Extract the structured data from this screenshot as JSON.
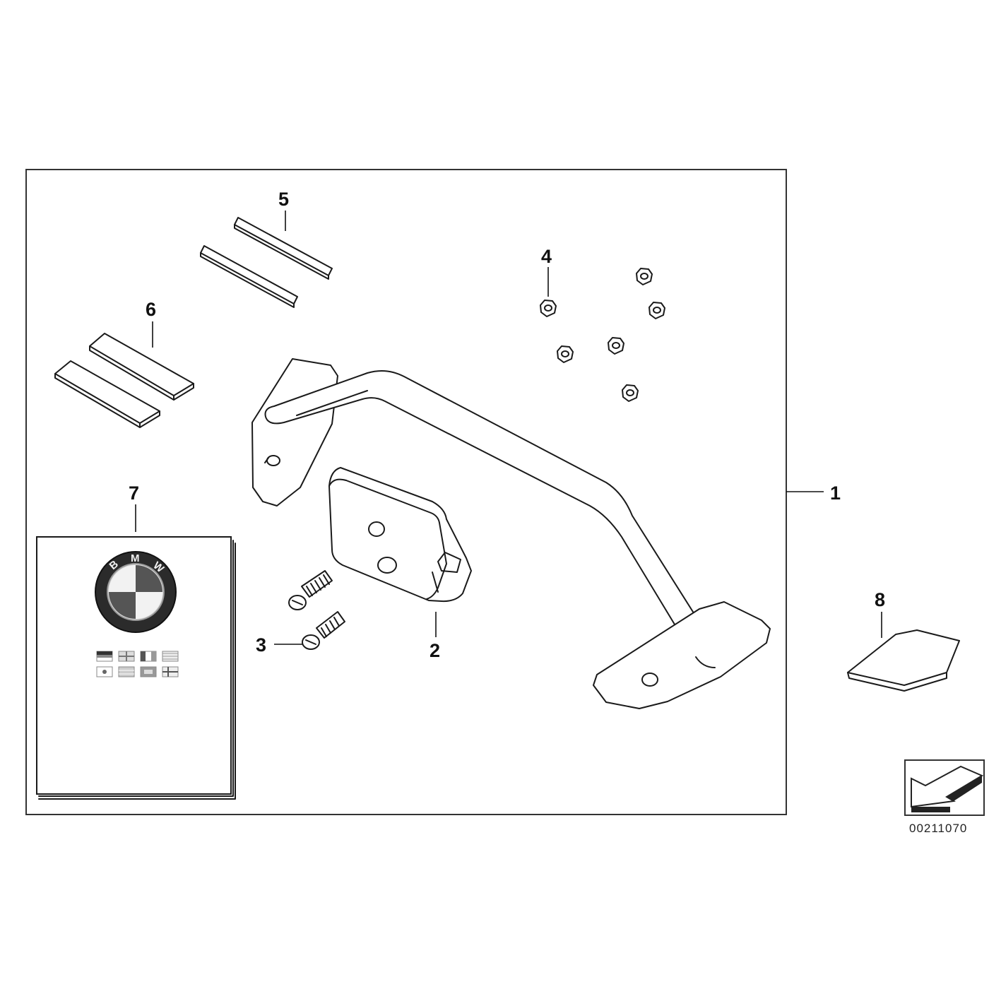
{
  "diagram": {
    "diagram_id": "00211070",
    "callouts": [
      {
        "id": "1",
        "label": "1"
      },
      {
        "id": "2",
        "label": "2"
      },
      {
        "id": "3",
        "label": "3"
      },
      {
        "id": "4",
        "label": "4"
      },
      {
        "id": "5",
        "label": "5"
      },
      {
        "id": "6",
        "label": "6"
      },
      {
        "id": "7",
        "label": "7"
      },
      {
        "id": "8",
        "label": "8"
      }
    ],
    "manual_logo": {
      "letters": [
        "B",
        "M",
        "W"
      ],
      "colors": {
        "ring": "#2b2b2b",
        "quadrant_light": "#f2f2f2",
        "quadrant_dark": "#555555"
      }
    },
    "colors": {
      "line": "#1a1a1a",
      "background": "#ffffff"
    }
  }
}
